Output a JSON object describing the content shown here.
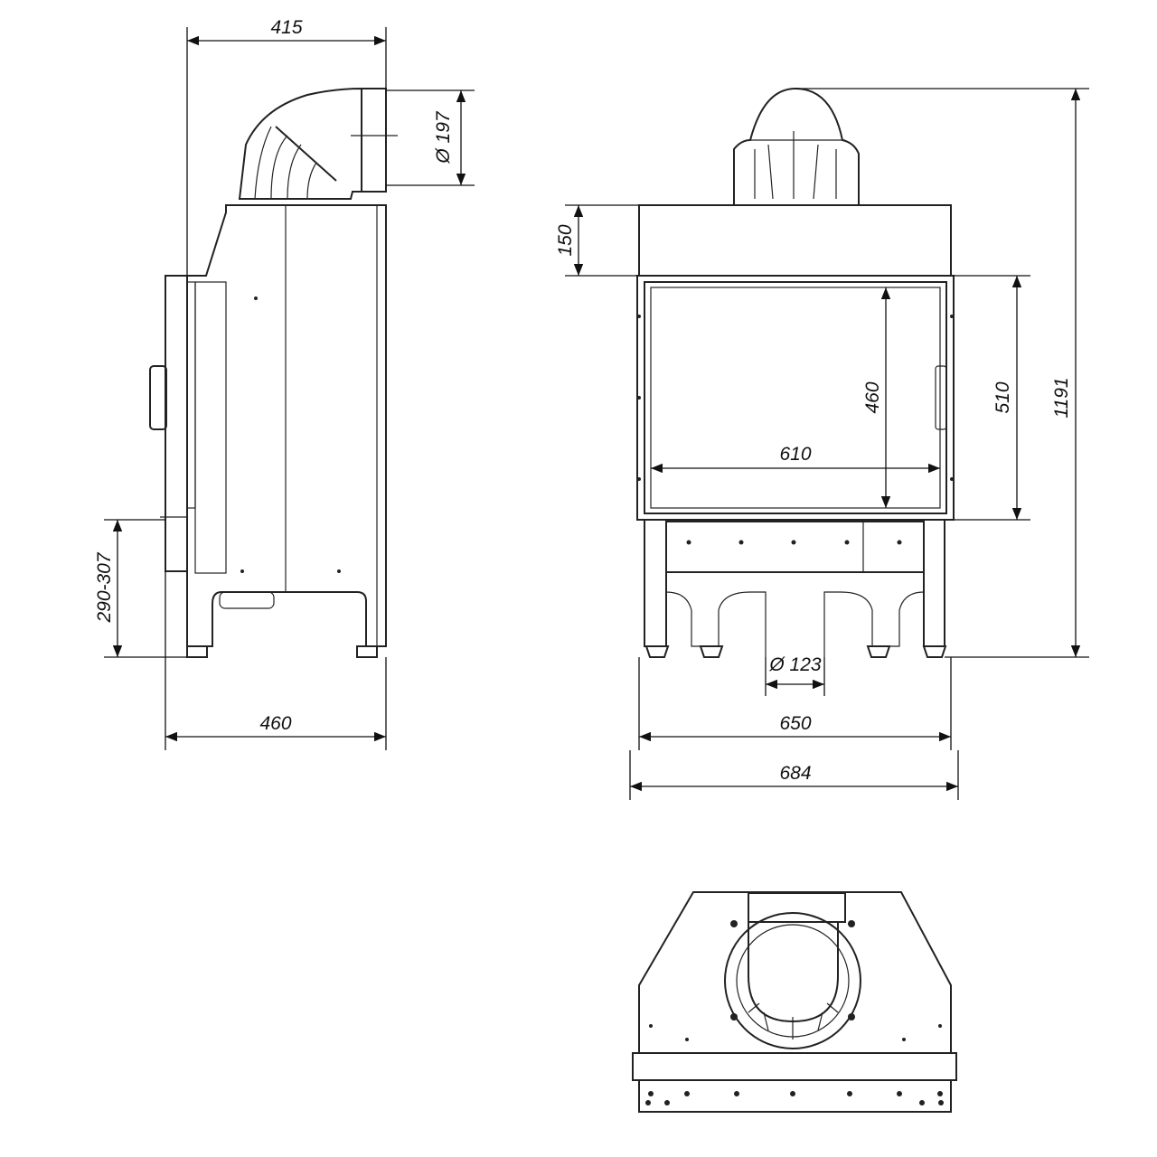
{
  "side_view": {
    "width_top": "415",
    "flue_diameter": "Ø 197",
    "height_range": "290-307",
    "depth": "460"
  },
  "front_view": {
    "top_height": "150",
    "glass_height": "460",
    "glass_width": "610",
    "door_height": "510",
    "total_height": "1191",
    "air_inlet_diameter": "Ø 123",
    "inner_width": "650",
    "outer_width": "684"
  },
  "colors": {
    "line": "#222222",
    "background": "#ffffff"
  }
}
